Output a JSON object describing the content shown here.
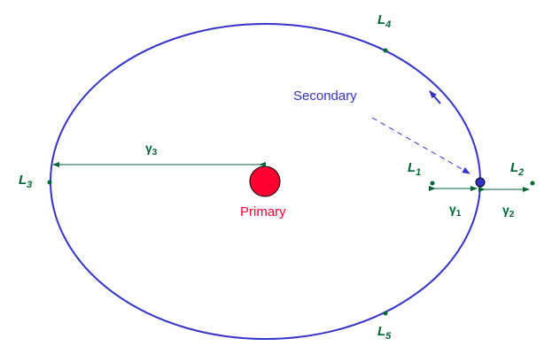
{
  "colors": {
    "orbit": "#3333cc",
    "lagrange": "#006633",
    "primary": "#ff0033",
    "secondary": "#3333cc"
  },
  "labels": {
    "primary": "Primary",
    "secondary": "Secondary",
    "points": [
      {
        "letter": "L",
        "sub": "1"
      },
      {
        "letter": "L",
        "sub": "2"
      },
      {
        "letter": "L",
        "sub": "3"
      },
      {
        "letter": "L",
        "sub": "4"
      },
      {
        "letter": "L",
        "sub": "5"
      }
    ],
    "distances": [
      {
        "symbol": "γ",
        "sub": "1"
      },
      {
        "symbol": "γ",
        "sub": "2"
      },
      {
        "symbol": "γ",
        "sub": "3"
      }
    ]
  }
}
